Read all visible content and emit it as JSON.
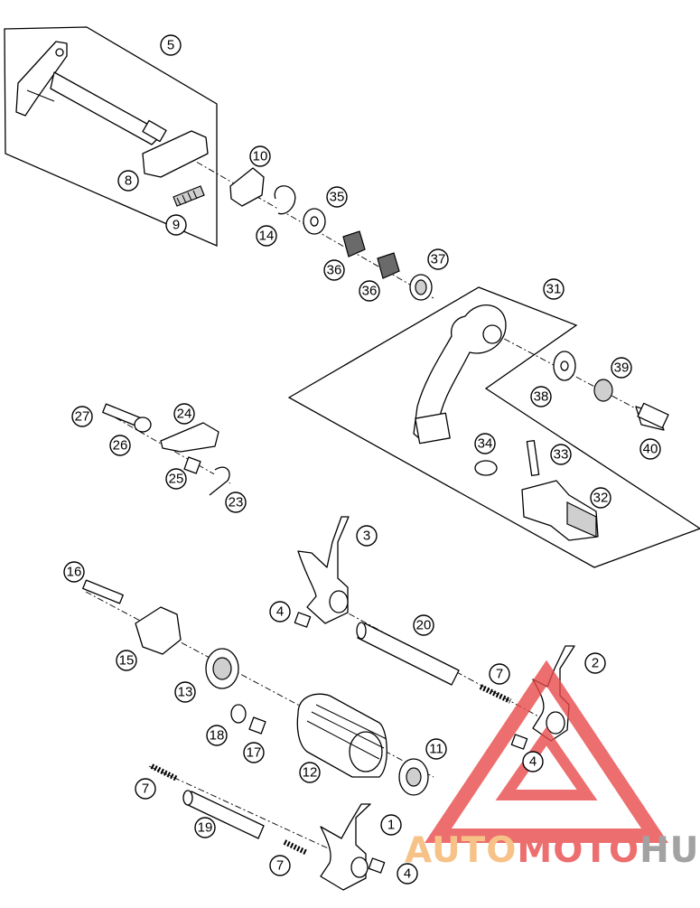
{
  "callouts": [
    {
      "label": "5"
    },
    {
      "label": "8"
    },
    {
      "label": "9"
    },
    {
      "label": "10"
    },
    {
      "label": "14"
    },
    {
      "label": "35"
    },
    {
      "label": "36"
    },
    {
      "label": "36"
    },
    {
      "label": "37"
    },
    {
      "label": "31"
    },
    {
      "label": "39"
    },
    {
      "label": "38"
    },
    {
      "label": "40"
    },
    {
      "label": "34"
    },
    {
      "label": "33"
    },
    {
      "label": "32"
    },
    {
      "label": "27"
    },
    {
      "label": "24"
    },
    {
      "label": "26"
    },
    {
      "label": "25"
    },
    {
      "label": "23"
    },
    {
      "label": "3"
    },
    {
      "label": "16"
    },
    {
      "label": "4"
    },
    {
      "label": "20"
    },
    {
      "label": "15"
    },
    {
      "label": "2"
    },
    {
      "label": "7"
    },
    {
      "label": "13"
    },
    {
      "label": "18"
    },
    {
      "label": "17"
    },
    {
      "label": "11"
    },
    {
      "label": "12"
    },
    {
      "label": "4"
    },
    {
      "label": "7"
    },
    {
      "label": "1"
    },
    {
      "label": "19"
    },
    {
      "label": "7"
    },
    {
      "label": "4"
    }
  ],
  "watermark": {
    "part_auto": "AUTO",
    "part_moto": "MOTO",
    "part_hub": "HUB",
    "color_orange": "#f5b36b",
    "color_red": "#e94a4a",
    "color_grey": "#8c8c8c"
  },
  "colors": {
    "line": "#000000",
    "background": "#ffffff"
  }
}
